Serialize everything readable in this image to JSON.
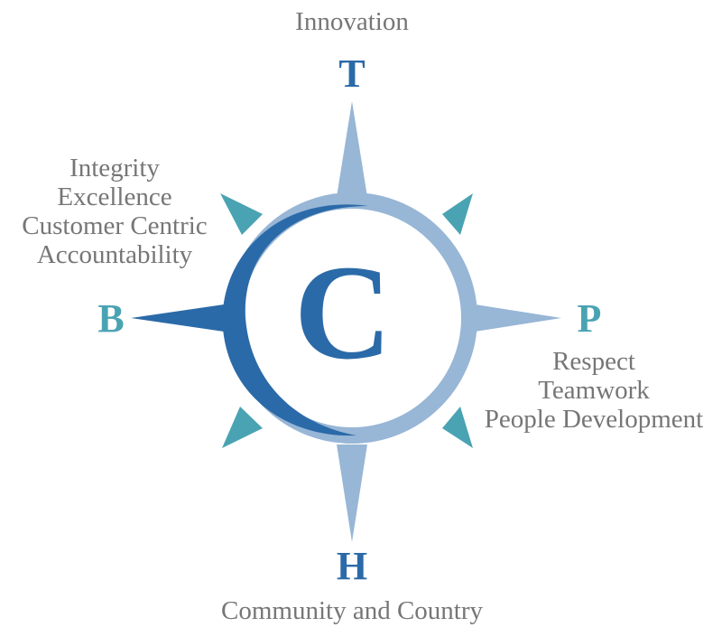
{
  "compass": {
    "center_letter": "C",
    "north": {
      "letter": "T",
      "values": [
        "Innovation"
      ]
    },
    "west": {
      "letter": "B",
      "values": [
        "Integrity",
        "Excellence",
        "Customer Centric",
        "Accountability"
      ]
    },
    "east": {
      "letter": "P",
      "values": [
        "Respect",
        "Teamwork",
        "People Development"
      ]
    },
    "south": {
      "letter": "H",
      "values": [
        "Community and Country"
      ]
    }
  },
  "colors": {
    "dark_blue": "#2b6aa8",
    "light_blue": "#98b6d6",
    "teal": "#4aa3b3",
    "text_gray": "#767676"
  }
}
